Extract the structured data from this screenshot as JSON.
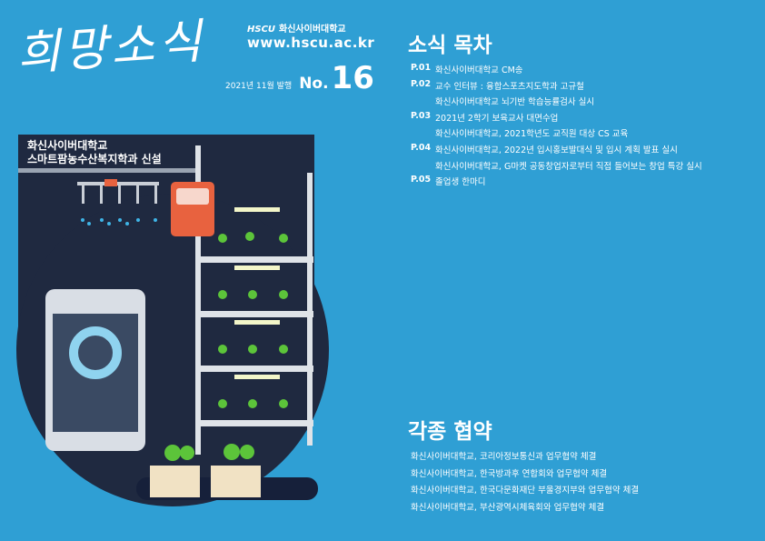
{
  "cover": {
    "title": "희망소식",
    "logo_brand": "HSCU",
    "logo_name": "화신사이버대학교",
    "url": "www.hscu.ac.kr",
    "issue_date": "2021년 11월 발행",
    "issue_no_label": "No.",
    "issue_no": "16"
  },
  "illustration": {
    "caption_line1": "화신사이버대학교",
    "caption_line2": "스마트팜농수산복지학과 신설"
  },
  "toc": {
    "title": "소식 목차",
    "items": [
      {
        "page": "P.01",
        "text": "화신사이버대학교 CM송"
      },
      {
        "page": "P.02",
        "text": "교수 인터뷰 : 융합스포츠지도학과 고규철"
      },
      {
        "page": "",
        "text": "화신사이버대학교 뇌기반 학습능률검사 실시"
      },
      {
        "page": "P.03",
        "text": "2021년 2학기 보육교사 대면수업"
      },
      {
        "page": "",
        "text": "화신사이버대학교, 2021학년도 교직원 대상 CS 교육"
      },
      {
        "page": "P.04",
        "text": "화신사이버대학교, 2022년 입시홍보발대식 및 입시 계획 발표 실시"
      },
      {
        "page": "",
        "text": "화신사이버대학교, G마켓 공동창업자로부터 직접 들어보는 창업 특강 실시"
      },
      {
        "page": "P.05",
        "text": "졸업생 한마디"
      }
    ]
  },
  "agreements": {
    "title": "각종 협약",
    "items": [
      "화신사이버대학교, 코리아정보통신과 업무협약 체결",
      "화신사이버대학교, 한국방과후 연합회와 업무협약 체결",
      "화신사이버대학교, 한국다문화재단 부울경지부와 업무협약 체결",
      "화신사이버대학교, 부산광역시체육회와 업무협약 체결"
    ]
  },
  "colors": {
    "background": "#2f9fd4",
    "navy": "#1f2940",
    "shelf": "#dfe3e8",
    "device": "#e8623f"
  }
}
